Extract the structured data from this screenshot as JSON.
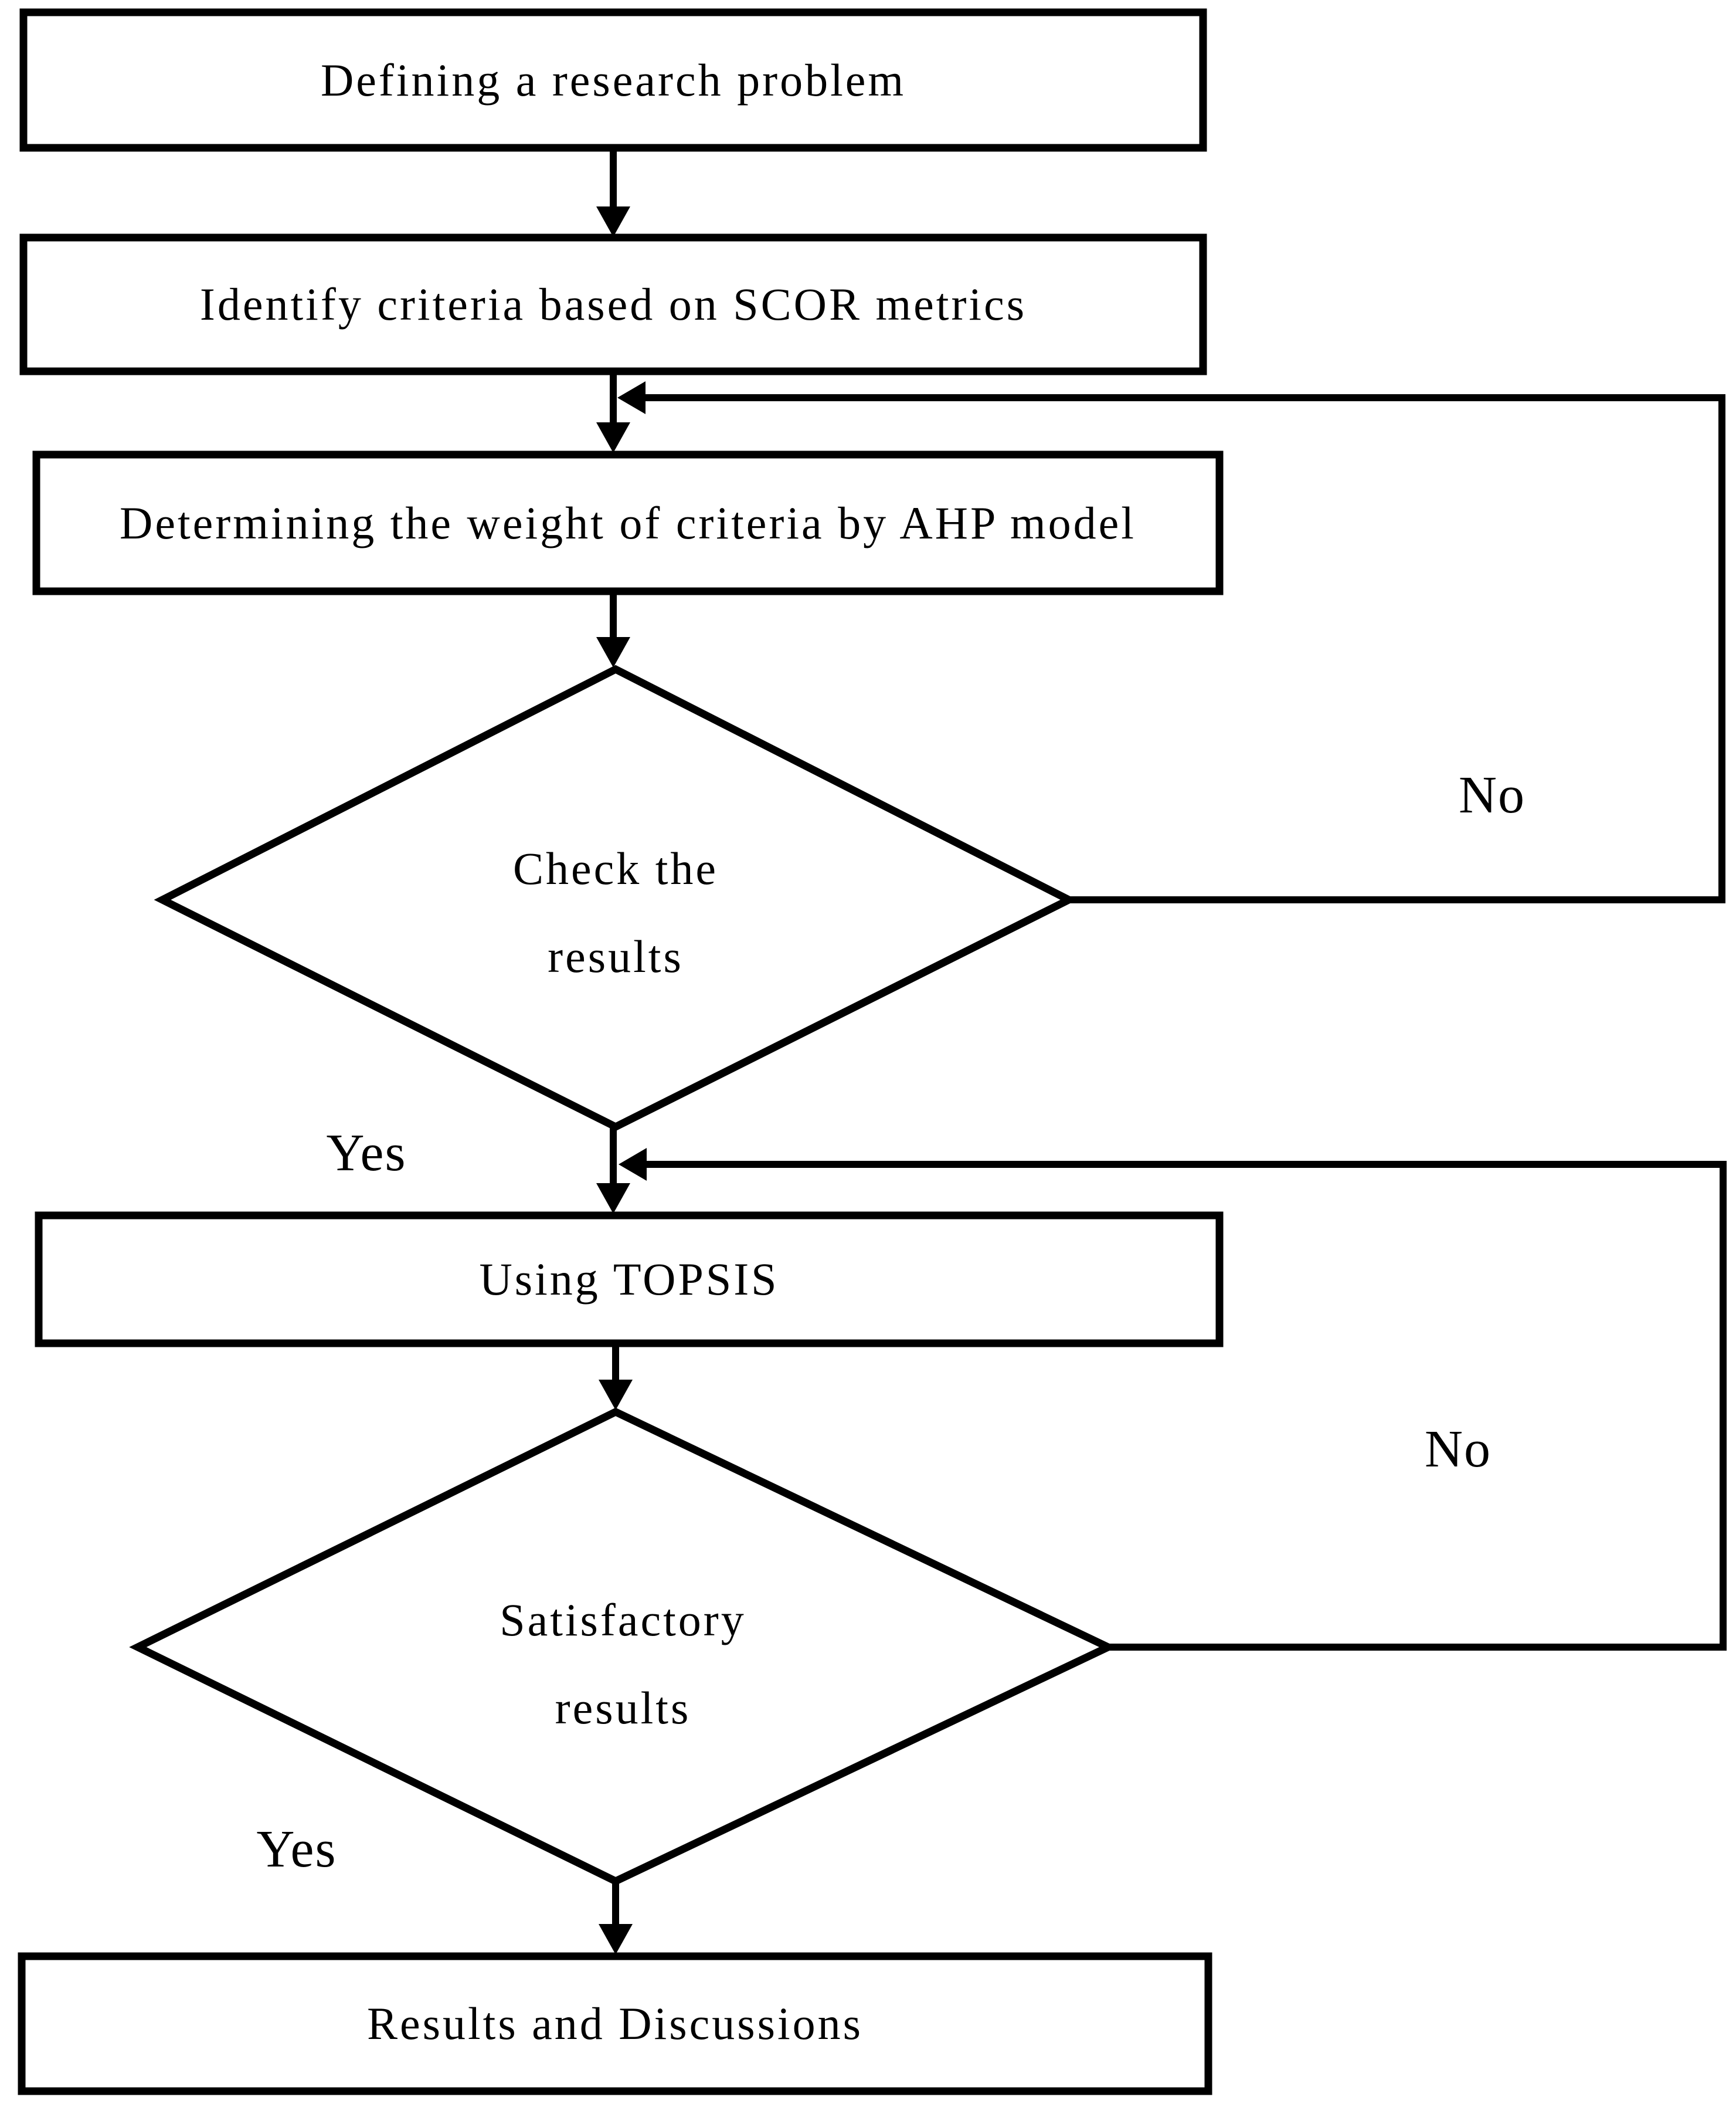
{
  "diagram": {
    "title": "AHP-TOPSIS research methodology flowchart",
    "colors": {
      "line": "#000000",
      "background": "#ffffff",
      "text": "#000000"
    },
    "nodes": {
      "define": {
        "type": "process",
        "label": "Defining a research problem"
      },
      "identify": {
        "type": "process",
        "label": "Identify criteria based on SCOR metrics"
      },
      "weight": {
        "type": "process",
        "label": "Determining the weight of criteria by AHP model"
      },
      "check": {
        "type": "decision",
        "line1": "Check the",
        "line2": "results"
      },
      "topsis": {
        "type": "process",
        "label": "Using TOPSIS"
      },
      "satisfactory": {
        "type": "decision",
        "line1": "Satisfactory",
        "line2": "results"
      },
      "results": {
        "type": "process",
        "label": "Results and Discussions"
      }
    },
    "edge_labels": {
      "check_no": "No",
      "check_yes": "Yes",
      "satisfactory_no": "No",
      "satisfactory_yes": "Yes"
    }
  }
}
